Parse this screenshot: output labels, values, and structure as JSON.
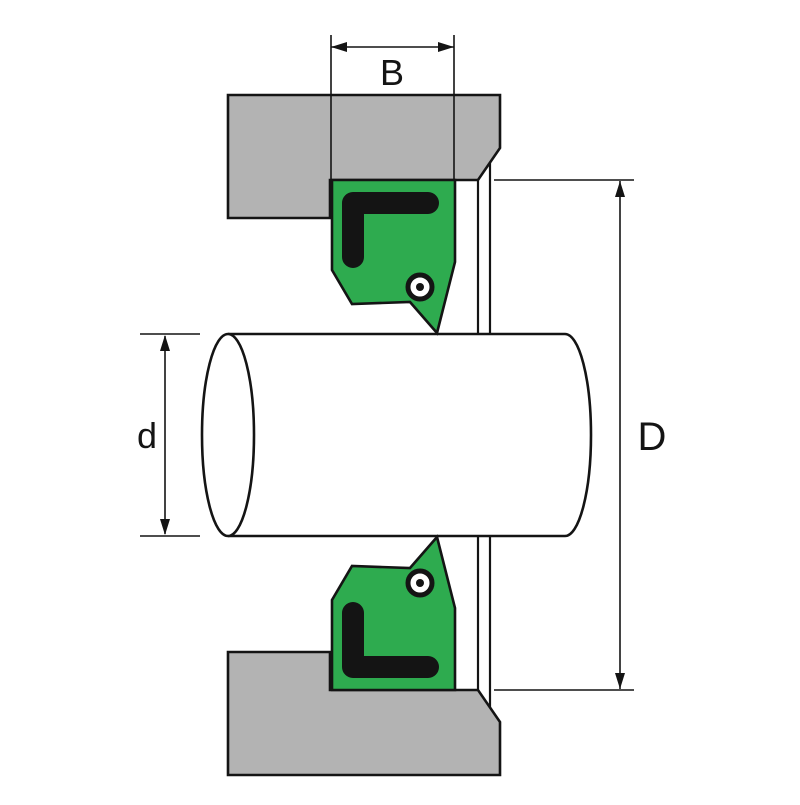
{
  "diagram": {
    "labels": {
      "seal_width": "B",
      "shaft_diameter": "d",
      "outer_diameter": "D"
    },
    "colors": {
      "housing": "#b3b3b3",
      "seal": "#2eab4f",
      "insert": "#141414",
      "shaft": "#ffffff",
      "line": "#141414",
      "background": "#ffffff"
    }
  }
}
